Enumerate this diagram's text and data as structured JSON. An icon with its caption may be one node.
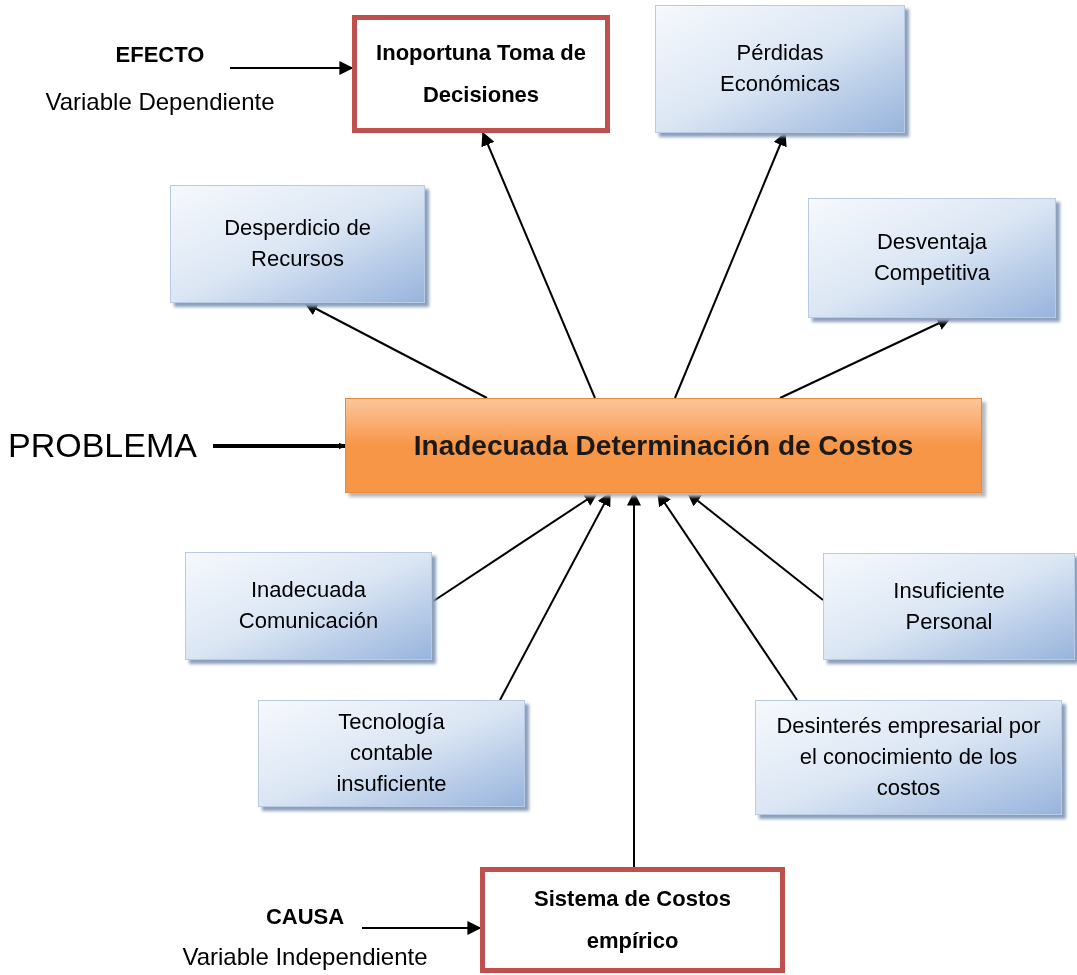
{
  "diagram": {
    "nodes": [
      {
        "text": [
          "EFECTO",
          "Variable Dependiente"
        ]
      },
      {
        "text": [
          "Inoportuna Toma de Decisiones"
        ]
      },
      {
        "text": [
          "Pérdidas Económicas"
        ]
      },
      {
        "text": [
          "Desperdicio de Recursos"
        ]
      },
      {
        "text": [
          "Desventaja Competitiva"
        ]
      },
      {
        "text": [
          "PROBLEMA"
        ]
      },
      {
        "text": [
          "Inadecuada Determinación de Costos"
        ]
      },
      {
        "text": [
          "Inadecuada Comunicación"
        ]
      },
      {
        "text": [
          "Insuficiente Personal"
        ]
      },
      {
        "text": [
          "Tecnología contable insuficiente"
        ]
      },
      {
        "text": [
          "Desinterés empresarial por el conocimiento de los costos"
        ]
      },
      {
        "text": [
          "CAUSA",
          "Variable Independiente"
        ]
      },
      {
        "text": [
          "Sistema de Costos empírico"
        ]
      }
    ],
    "edges": [
      {
        "from": 0,
        "to": 1,
        "arrow": "to"
      },
      {
        "from": 6,
        "to": 1,
        "arrow": "to"
      },
      {
        "from": 6,
        "to": 2,
        "arrow": "to"
      },
      {
        "from": 6,
        "to": 3,
        "arrow": "to"
      },
      {
        "from": 6,
        "to": 4,
        "arrow": "to"
      },
      {
        "from": 5,
        "to": 6,
        "arrow": "to",
        "style": "thick"
      },
      {
        "from": 7,
        "to": 6,
        "arrow": "to"
      },
      {
        "from": 8,
        "to": 6,
        "arrow": "to"
      },
      {
        "from": 9,
        "to": 6,
        "arrow": "to"
      },
      {
        "from": 10,
        "to": 6,
        "arrow": "to"
      },
      {
        "from": 12,
        "to": 6,
        "arrow": "to"
      },
      {
        "from": 11,
        "to": 12,
        "arrow": "to"
      }
    ]
  }
}
